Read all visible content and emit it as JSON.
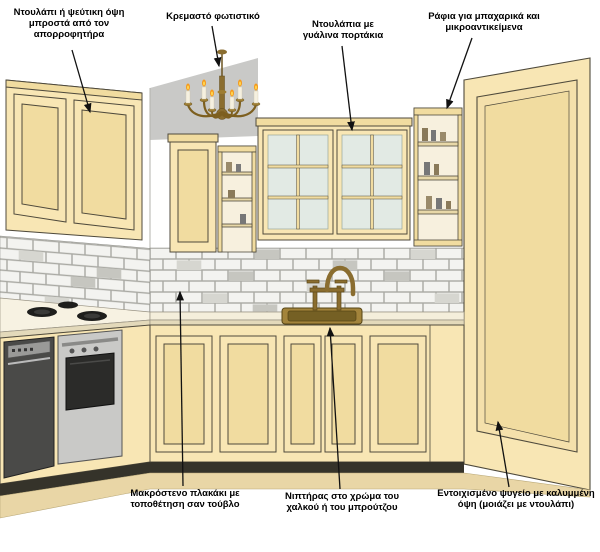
{
  "figure": {
    "type": "annotated-illustration",
    "subject": "kitchen design diagram"
  },
  "labels": {
    "hood_cabinet": "Ντουλάπι ή ψεύτικη όψη μπροστά από τον απορροφητήρα",
    "pendant_light": "Κρεμαστό φωτιστικό",
    "glass_doors": "Ντουλάπια με γυάλινα πορτάκια",
    "spice_shelves": "Ράφια για μπαχαρικά και μικροαντικείμενα",
    "brick_tile": "Μακρόστενο πλακάκι με τοποθέτηση σαν τούβλο",
    "copper_sink": "Νιπτήρας στο χρώμα του χαλκού ή του μπρούτζου",
    "built_in_fridge": "Εντοιχισμένο ψυγείο με καλυμμένη όψη (μοιάζει με ντουλάπι)"
  },
  "palette": {
    "cabinet_cream": "#f8e6b4",
    "panel_cream": "#f1dca0",
    "outline": "#4f4a3c",
    "tile_white": "#f3f3f0",
    "tile_gray": "#c6c6c0",
    "grout": "#a9a9a3",
    "glass": "#e2eae4",
    "bronze": "#8a6d2f",
    "steel": "#c9c9c7",
    "appliance_dark": "#4a4a48",
    "floor_tan": "#e9d6a6",
    "ceiling_gray": "#c9c9c7"
  }
}
